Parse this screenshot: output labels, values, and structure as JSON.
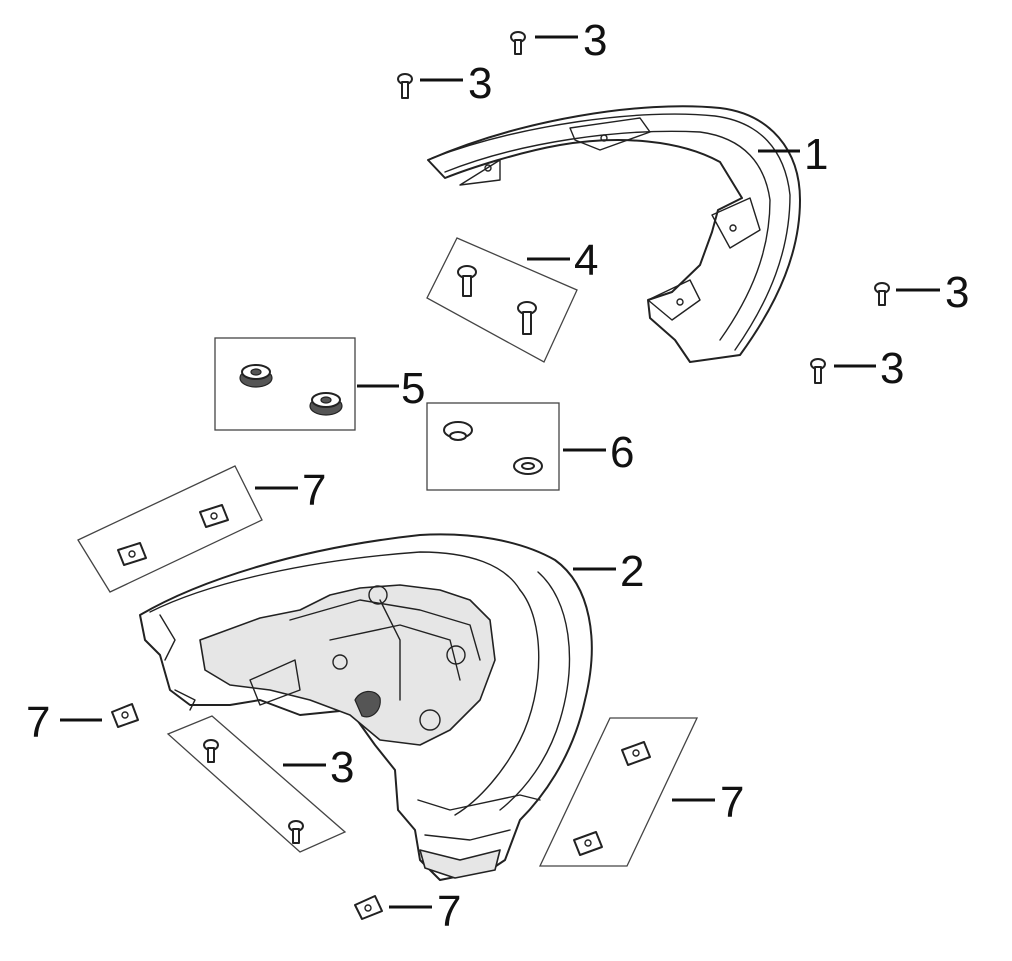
{
  "diagram": {
    "callouts": [
      {
        "id": "c1",
        "label": "1"
      },
      {
        "id": "c2",
        "label": "2"
      },
      {
        "id": "c3a",
        "label": "3"
      },
      {
        "id": "c3b",
        "label": "3"
      },
      {
        "id": "c3c",
        "label": "3"
      },
      {
        "id": "c3d",
        "label": "3"
      },
      {
        "id": "c3e",
        "label": "3"
      },
      {
        "id": "c4",
        "label": "4"
      },
      {
        "id": "c5",
        "label": "5"
      },
      {
        "id": "c6",
        "label": "6"
      },
      {
        "id": "c7a",
        "label": "7"
      },
      {
        "id": "c7b",
        "label": "7"
      },
      {
        "id": "c7c",
        "label": "7"
      },
      {
        "id": "c7d",
        "label": "7"
      }
    ]
  }
}
